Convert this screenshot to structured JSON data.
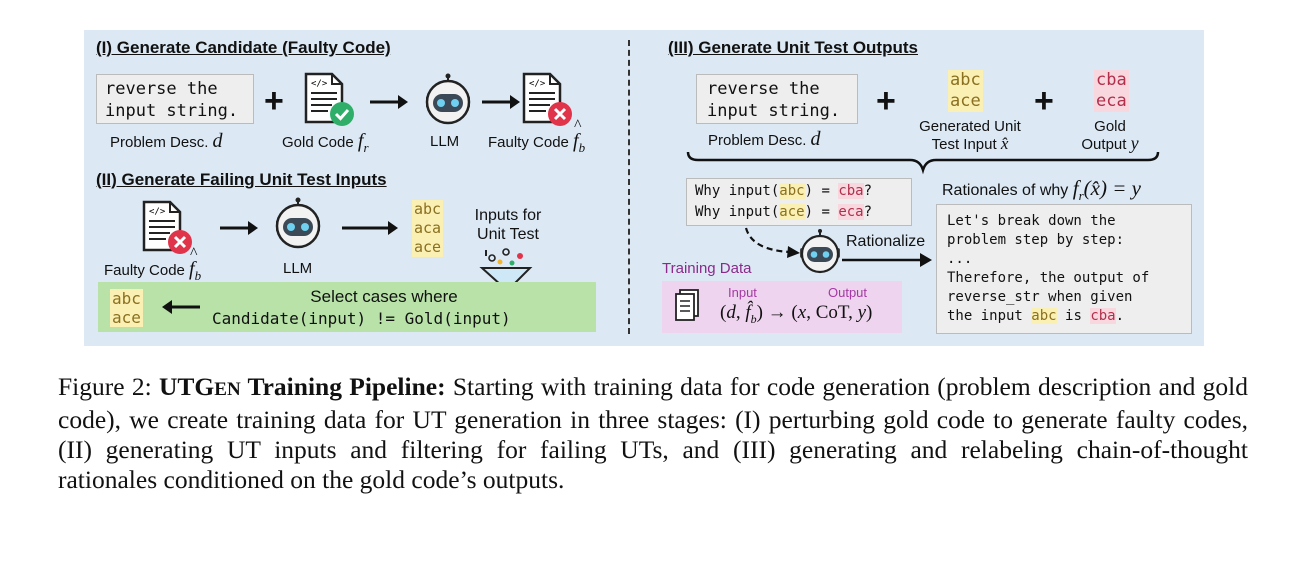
{
  "section1": {
    "title": "(I) Generate Candidate (Faulty Code)",
    "problem_text_l1": "reverse the",
    "problem_text_l2": "input string.",
    "problem_label": "Problem Desc.",
    "problem_sym": "d",
    "plus": "+",
    "gold_label": "Gold Code",
    "gold_sym": "f",
    "gold_sub": "r",
    "llm_label": "LLM",
    "faulty_label": "Faulty Code",
    "faulty_sym": "f",
    "faulty_sub": "b"
  },
  "section2": {
    "title": "(II) Generate Failing Unit Test Inputs",
    "faulty_label": "Faulty Code",
    "faulty_sym": "f",
    "faulty_sub": "b",
    "llm_label": "LLM",
    "inputs": [
      "abc",
      "aca",
      "ace"
    ],
    "inputs_title_l1": "Inputs for",
    "inputs_title_l2": "Unit Test",
    "selected": [
      "abc",
      "ace"
    ],
    "select_text": "Select cases where",
    "select_code": "Candidate(input) != Gold(input)"
  },
  "section3": {
    "title": "(III) Generate Unit Test Outputs",
    "problem_text_l1": "reverse the",
    "problem_text_l2": "input string.",
    "problem_label": "Problem Desc.",
    "problem_sym": "d",
    "gen_inputs": [
      "abc",
      "ace"
    ],
    "gen_label_l1": "Generated Unit",
    "gen_label_l2": "Test Input",
    "gen_sym": "x̂",
    "gold_outputs": [
      "cba",
      "eca"
    ],
    "gold_label_l1": "Gold",
    "gold_label_l2": "Output",
    "gold_sym": "y",
    "why_prefix": "Why input(",
    "why_mid": ") = ",
    "why_suffix": "?",
    "why_rows": [
      {
        "input": "abc",
        "output": "cba"
      },
      {
        "input": "ace",
        "output": "eca"
      }
    ],
    "rationalize_label": "Rationalize",
    "rationales_title": "Rationales of why",
    "rationales_formula": "f_r(x̂) = y",
    "rationale_l1": "Let's break down the",
    "rationale_l2": "problem step by step:",
    "rationale_l3": "...",
    "rationale_l4": "Therefore, the output of",
    "rationale_l5": "reverse_str when given",
    "rationale_l6_pre": "the input",
    "rationale_l6_in": "abc",
    "rationale_l6_mid": "is",
    "rationale_l6_out": "cba",
    "rationale_l6_end": ".",
    "training_label": "Training Data",
    "input_tag": "Input",
    "output_tag": "Output",
    "training_formula": "(d, f̂_b) → (x, CoT, y)"
  },
  "caption": {
    "figure": "Figure 2:",
    "name_a": "UTG",
    "name_b": "EN",
    "name_c": "Training Pipeline:",
    "text": "Starting with training data for code generation (problem description and gold code), we create training data for UT generation in three stages: (I) perturbing gold code to generate faulty codes, (II) generating UT inputs and filtering for failing UTs, and (III) generating and relabeling chain-of-thought rationales conditioned on the gold code’s outputs."
  },
  "colors": {
    "panel": "#dce9f5",
    "select_bar": "#b8e2a8",
    "training_box": "#efd4ef",
    "highlight_input": "#fbf0b3",
    "highlight_output": "#f8d7de",
    "check": "#2fae6a",
    "cross": "#e0344a"
  }
}
